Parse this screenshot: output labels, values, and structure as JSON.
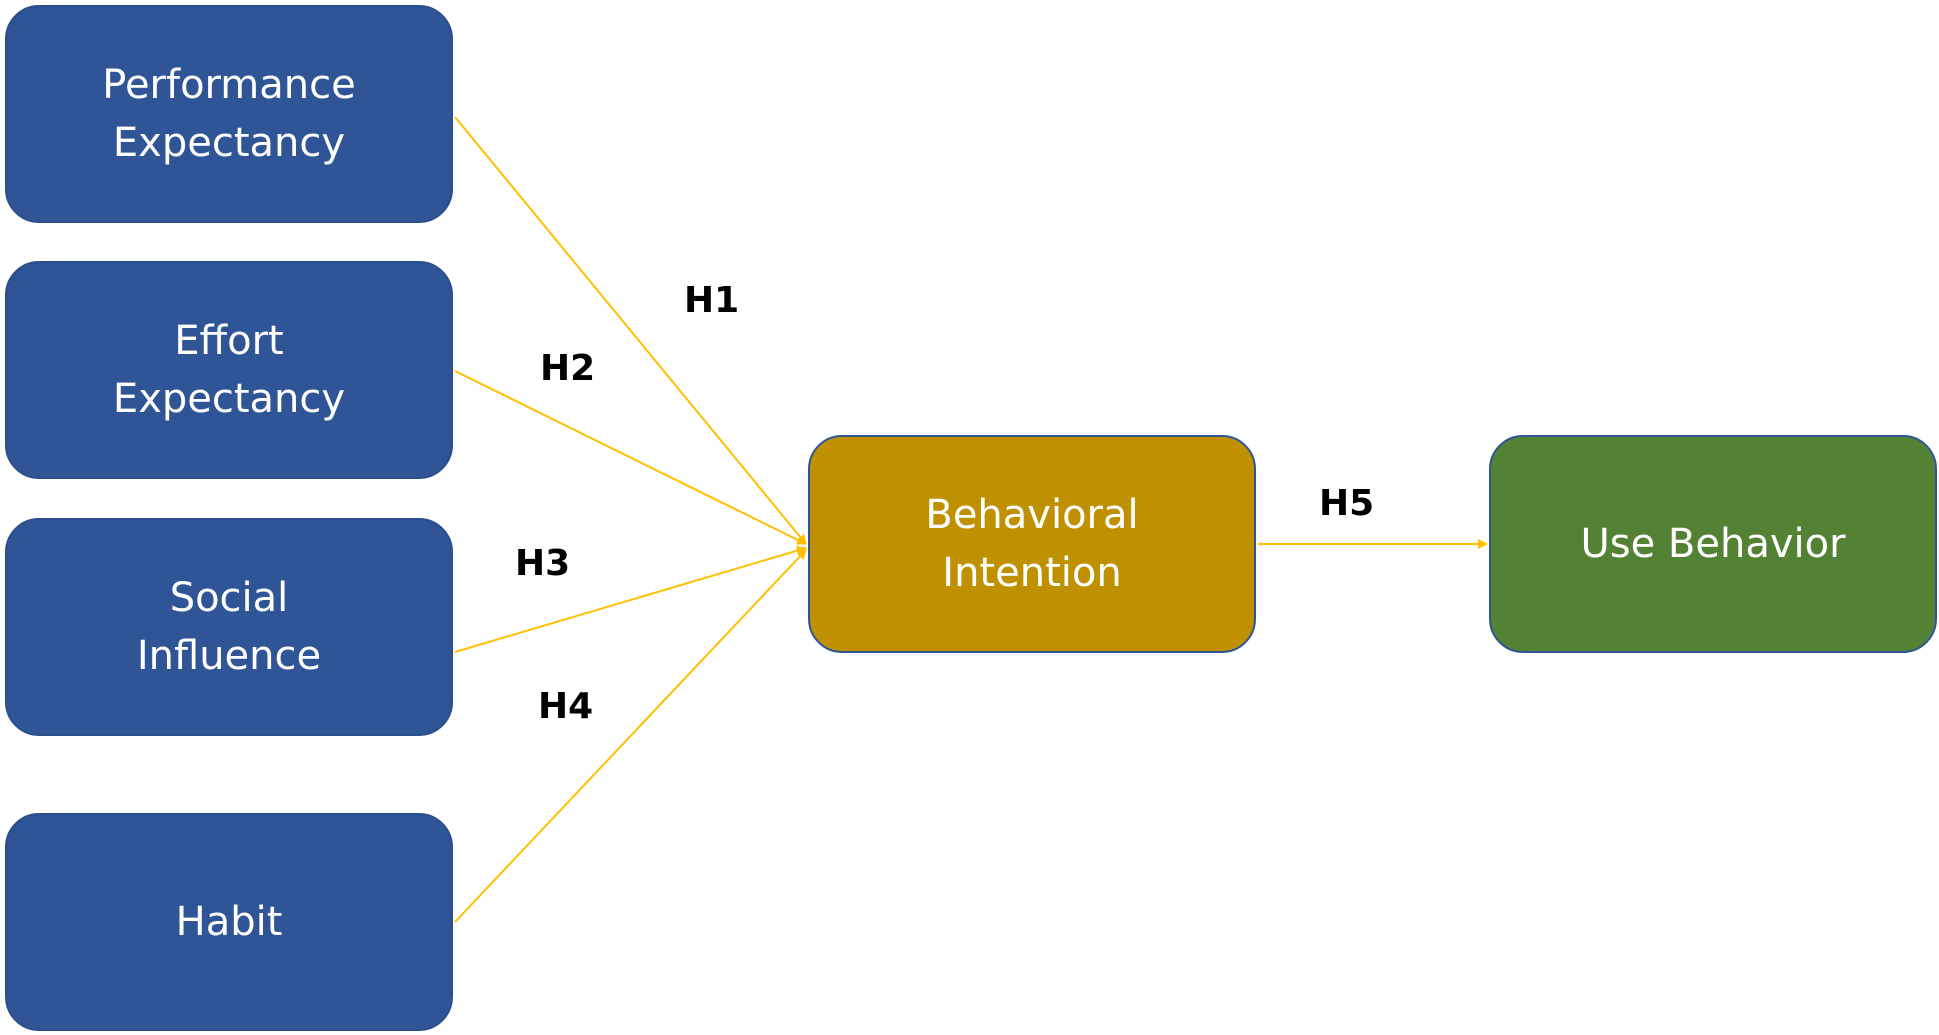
{
  "diagram": {
    "nodes": {
      "performance_expectancy": {
        "line1": "Performance",
        "line2": "Expectancy"
      },
      "effort_expectancy": {
        "line1": "Effort",
        "line2": "Expectancy"
      },
      "social_influence": {
        "line1": "Social",
        "line2": "Influence"
      },
      "habit": {
        "label": "Habit"
      },
      "behavioral_intention": {
        "line1": "Behavioral",
        "line2": "Intention"
      },
      "use_behavior": {
        "label": "Use Behavior"
      }
    },
    "edges": [
      {
        "from": "Performance Expectancy",
        "to": "Behavioral Intention",
        "label": "H1"
      },
      {
        "from": "Effort Expectancy",
        "to": "Behavioral Intention",
        "label": "H2"
      },
      {
        "from": "Social Influence",
        "to": "Behavioral Intention",
        "label": "H3"
      },
      {
        "from": "Habit",
        "to": "Behavioral Intention",
        "label": "H4"
      },
      {
        "from": "Behavioral Intention",
        "to": "Use Behavior",
        "label": "H5"
      }
    ],
    "colors": {
      "predictor_fill": "#2f5597",
      "intention_fill": "#bf9000",
      "behavior_fill": "#548235",
      "arrow": "#ffc000"
    }
  }
}
